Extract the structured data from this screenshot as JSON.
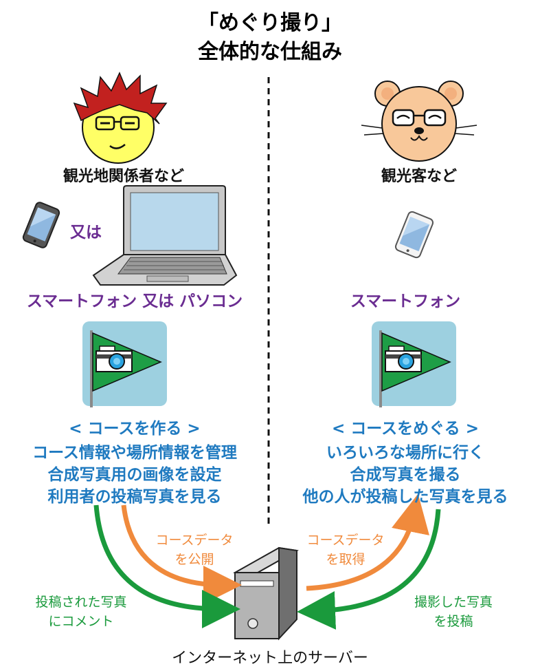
{
  "title": {
    "line1": "「めぐり撮り」",
    "line2": "全体的な仕組み"
  },
  "left": {
    "person_label": "観光地関係者など",
    "or_label": "又は",
    "devices_label": "スマートフォン 又は パソコン",
    "heading": "< コースを作る >",
    "lines": [
      "コース情報や場所情報を管理",
      "合成写真用の画像を設定",
      "利用者の投稿写真を見る"
    ]
  },
  "right": {
    "person_label": "観光客など",
    "device_label": "スマートフォン",
    "heading": "< コースをめぐる >",
    "lines": [
      "いろいろな場所に行く",
      "合成写真を撮る",
      "他の人が投稿した写真を見る"
    ]
  },
  "arrows": {
    "publish": [
      "コースデータ",
      "を公開"
    ],
    "acquire": [
      "コースデータ",
      "を取得"
    ],
    "comment": [
      "投稿された写真",
      "にコメント"
    ],
    "post": [
      "撮影した写真",
      "を投稿"
    ]
  },
  "server_label": "インターネット上のサーバー",
  "colors": {
    "purple": "#6a2c91",
    "blue": "#1f7ac0",
    "orange": "#f08a3c",
    "green": "#1a9a3c",
    "flag_tile": "#9dd0e0",
    "flag_green": "#1e9e46"
  }
}
